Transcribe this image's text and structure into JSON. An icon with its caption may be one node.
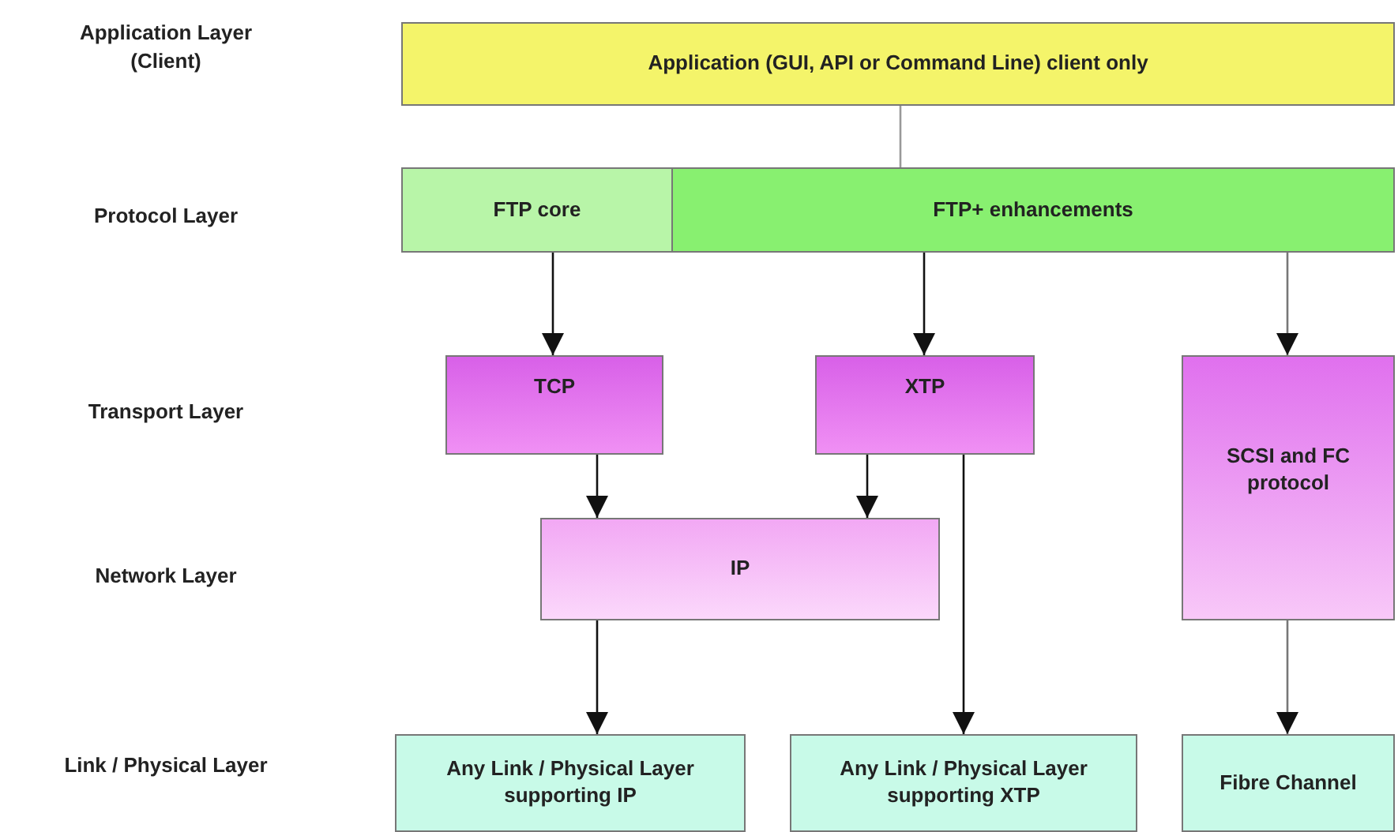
{
  "diagram": {
    "nodes": [
      {
        "text": [
          "Application (GUI, API or Command Line) client only"
        ]
      },
      {
        "text": [
          "FTP core"
        ]
      },
      {
        "text": [
          "FTP+ enhancements"
        ]
      },
      {
        "text": [
          "TCP"
        ]
      },
      {
        "text": [
          "XTP"
        ]
      },
      {
        "text": [
          "SCSI and FC protocol"
        ]
      },
      {
        "text": [
          "IP"
        ]
      },
      {
        "text": [
          "Any Link / Physical Layer supporting IP"
        ]
      },
      {
        "text": [
          "Any Link / Physical Layer supporting XTP"
        ]
      },
      {
        "text": [
          "Fibre Channel"
        ]
      }
    ],
    "edges": [
      {
        "from": 0,
        "to": 2,
        "arrow": "none",
        "color": "#999999"
      },
      {
        "from": 1,
        "to": 3,
        "arrow": "to"
      },
      {
        "from": 2,
        "to": 4,
        "arrow": "to"
      },
      {
        "from": 2,
        "to": 5,
        "arrow": "to",
        "color": "#777777"
      },
      {
        "from": 3,
        "to": 6,
        "arrow": "to"
      },
      {
        "from": 4,
        "to": 6,
        "arrow": "to"
      },
      {
        "from": 4,
        "to": 8,
        "arrow": "to"
      },
      {
        "from": 6,
        "to": 7,
        "arrow": "to"
      },
      {
        "from": 5,
        "to": 9,
        "arrow": "to",
        "color": "#777777"
      }
    ],
    "labels": [
      "Application Layer (Client)",
      "Protocol Layer",
      "Transport Layer",
      "Network Layer",
      "Link / Physical Layer"
    ]
  }
}
